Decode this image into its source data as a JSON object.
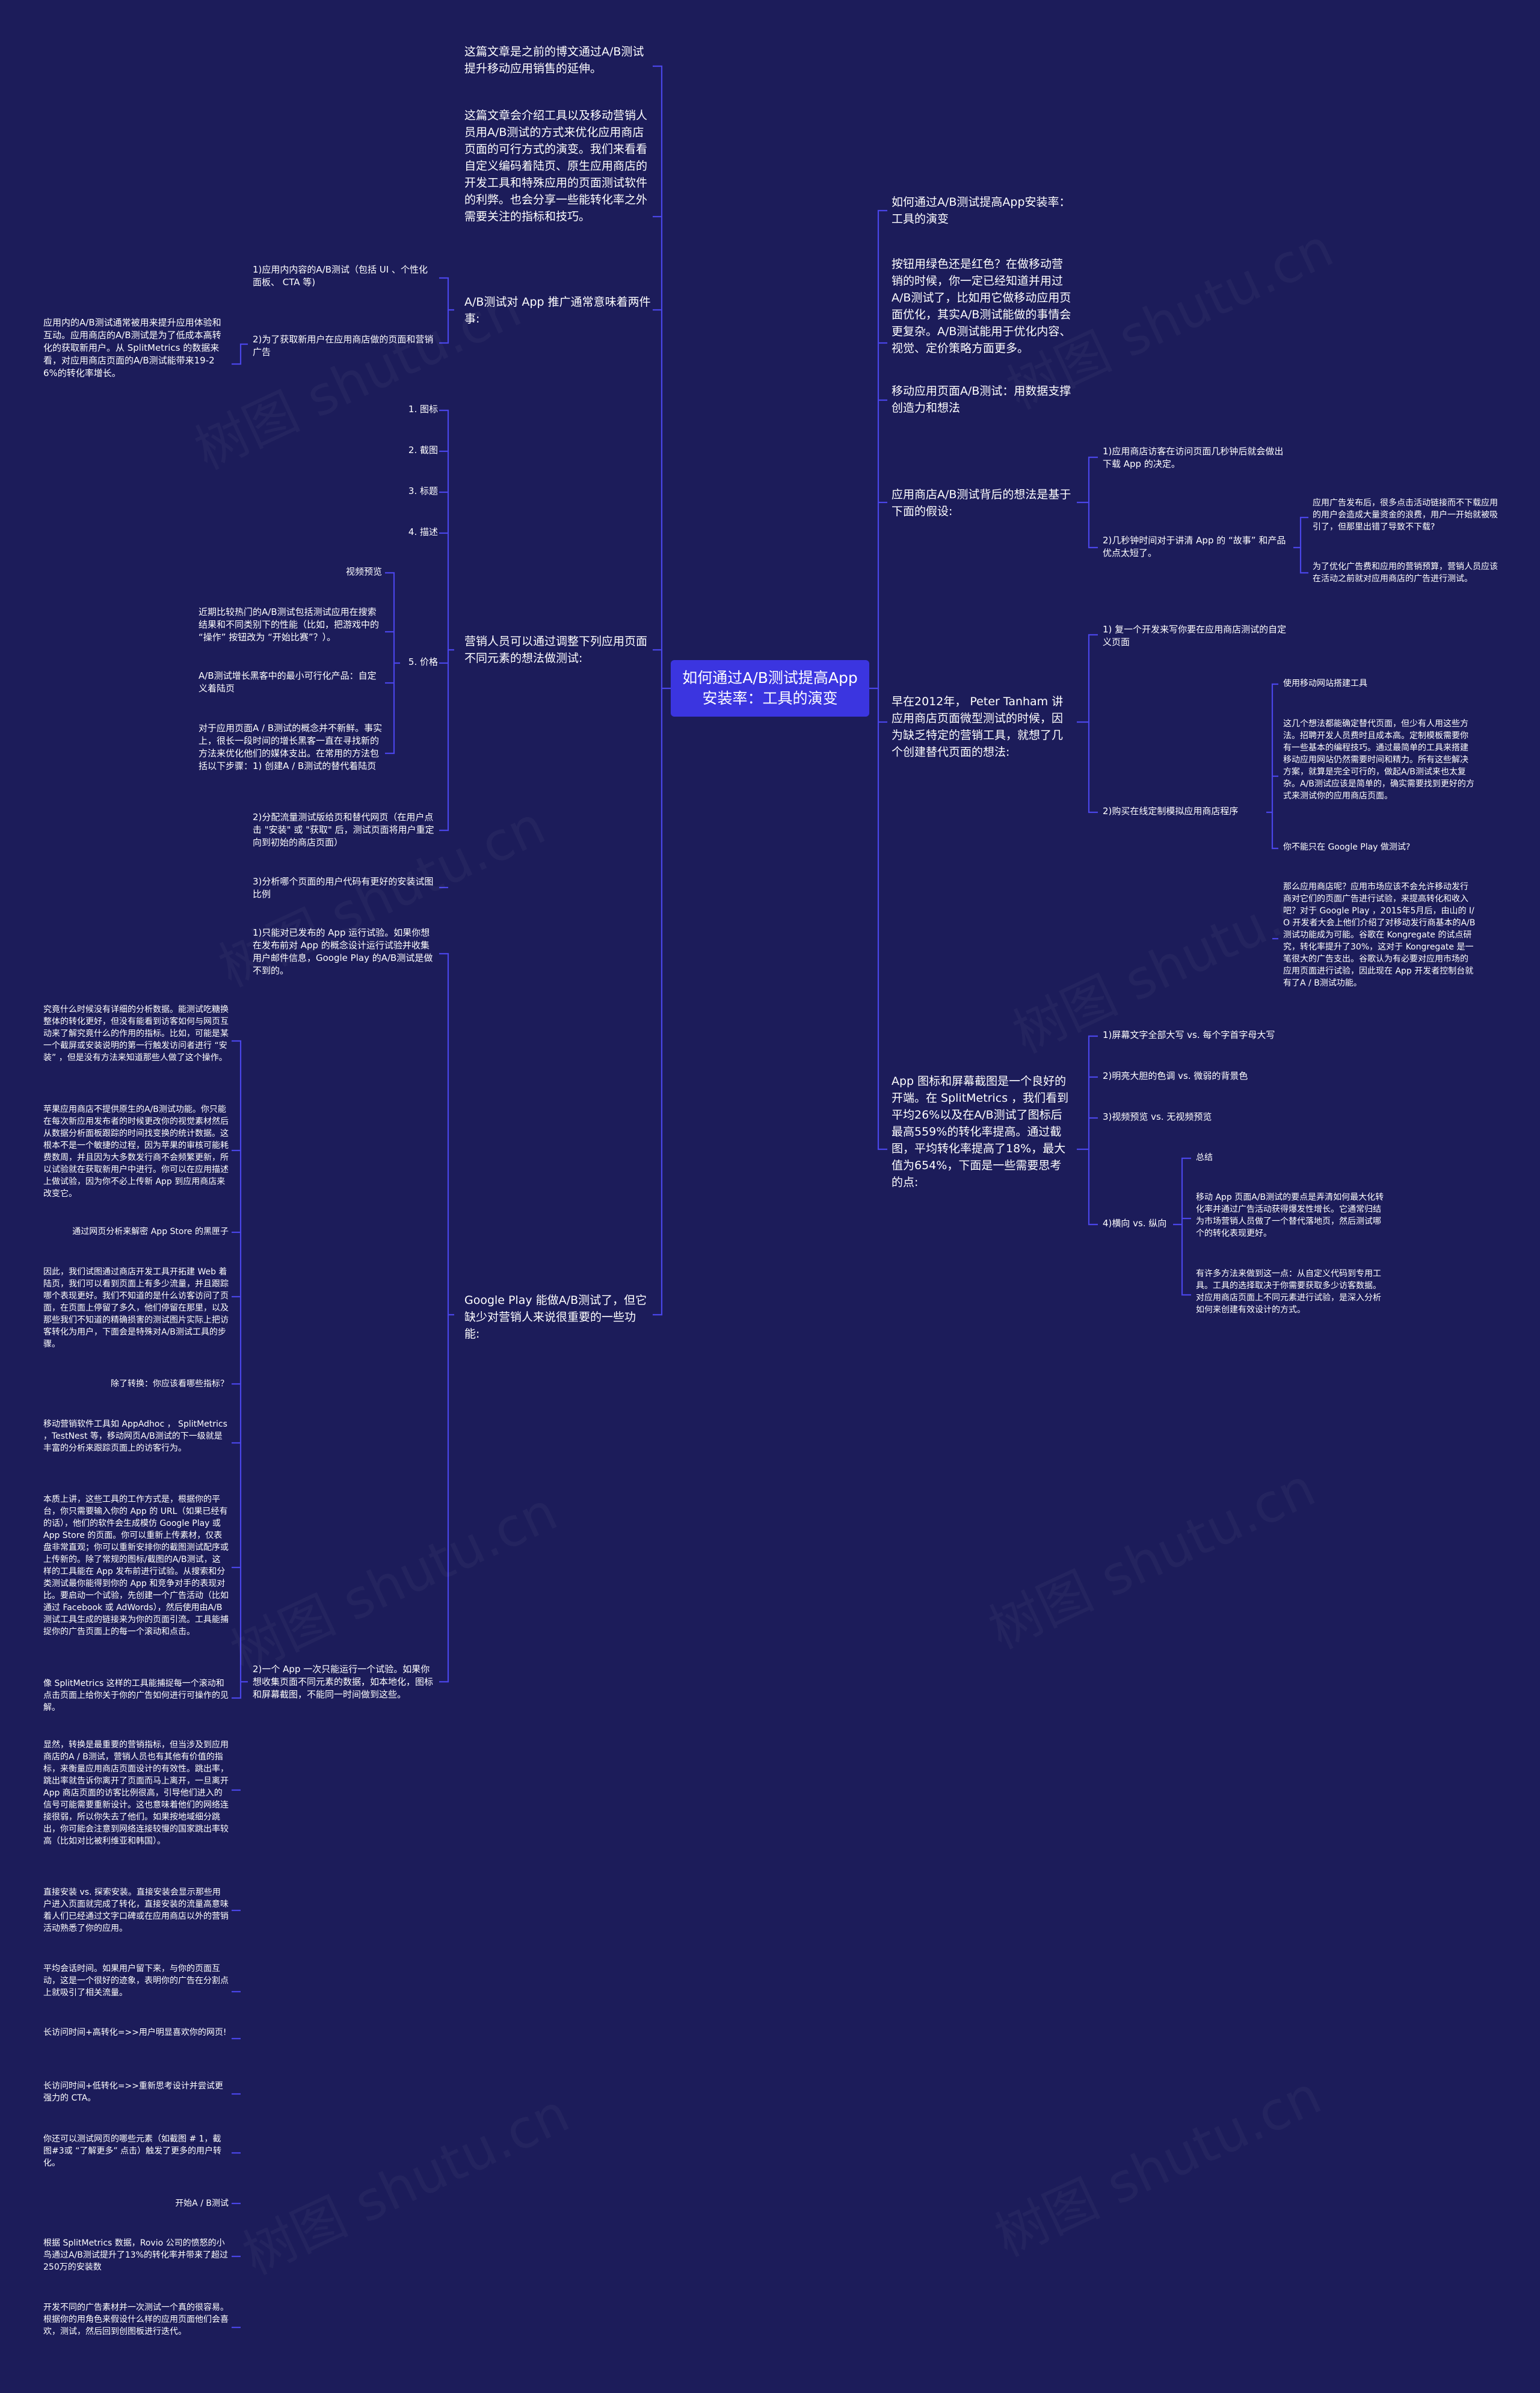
{
  "root": "如何通过A/B测试提高App安装率：工具的演变",
  "watermark": "树图 shutu.cn",
  "colors": {
    "background": "#1c1c5a",
    "root": "#3b35e0",
    "line": "#4a45e8"
  },
  "left": {
    "b1": "这篇文章是之前的博文通过A/B测试提升移动应用销售的延伸。",
    "b2": "这篇文章会介绍工具以及移动营销人员用A/B测试的方式来优化应用商店页面的可行方式的演变。我们来看看自定义编码着陆页、原生应用商店的开发工具和特殊应用的页面测试软件的利弊。也会分享一些能转化率之外需要关注的指标和技巧。",
    "b3": {
      "text": "A/B测试对 App 推广通常意味着两件事:",
      "c1": "1)应用内内容的A/B测试（包括 UI 、个性化面板、 CTA 等)",
      "c2": {
        "text": "2)为了获取新用户在应用商店做的页面和营销广告",
        "d1": "应用内的A/B测试通常被用来提升应用体验和互动。应用商店的A/B测试是为了低成本高转化的获取新用户。从 SplitMetrics 的数据来看，对应用商店页面的A/B测试能带来19-26%的转化率增长。"
      }
    },
    "b4": {
      "text": "营销人员可以通过调整下列应用页面不同元素的想法做测试:",
      "c1": "1. 图标",
      "c2": "2. 截图",
      "c3": "3. 标题",
      "c4": "4. 描述",
      "c5": {
        "text": "5. 价格",
        "d1": "视频预览",
        "d2": "近期比较热门的A/B测试包括测试应用在搜索结果和不同类别下的性能（比如，把游戏中的 “操作” 按钮改为 “开始比赛”？）。",
        "d3": "A/B测试增长黑客中的最小可行化产品：自定义着陆页",
        "d4": "对于应用页面A / B测试的概念并不新鲜。事实上，很长一段时间的增长黑客一直在寻找新的方法来优化他们的媒体支出。在常用的方法包括以下步骤：1) 创建A / B测试的替代着陆页"
      },
      "c6": "2)分配流量测试版给页和替代网页（在用户点击 \"安装\" 或 \"获取\" 后，测试页面将用户重定向到初始的商店页面）",
      "c7": "3)分析哪个页面的用户代码有更好的安装试图比例"
    },
    "b5": {
      "text": "Google Play 能做A/B测试了，但它缺少对营销人来说很重要的一些功能:",
      "c1": "1)只能对已发布的 App 运行试验。如果你想在发布前对 App 的概念设计运行试验并收集用户邮件信息，Google Play 的A/B测试是做不到的。",
      "c2": {
        "text": "2)一个 App 一次只能运行一个试验。如果你想收集页面不同元素的数据，如本地化，图标和屏幕截图，不能同一时间做到这些。",
        "d": [
          "究竟什么时候没有详细的分析数据。能测试吃糖换整体的转化更好，但没有能看到访客如何与网页互动来了解究竟什么的作用的指标。比如，可能是某一个截屏或安装说明的第一行触发访问者进行 “安装” ，但是没有方法来知道那些人做了这个操作。",
          "苹果应用商店不提供原生的A/B测试功能。你只能在每次新应用发布者的时候更改你的视觉素材然后从数据分析面板跟踪的时间找变换的统计数据。这根本不是一个敏捷的过程，因为苹果的审核可能耗费数周，并且因为大多数发行商不会频繁更新，所以试验就在获取新用户中进行。你可以在应用描述上做试验，因为你不必上传新 App 到应用商店来改变它。",
          "通过网页分析来解密 App Store 的黑匣子",
          "因此，我们试图通过商店开发工具开拓建 Web 着陆页，我们可以看到页面上有多少流量，并且跟踪哪个表现更好。我们不知道的是什么访客访问了页面，在页面上停留了多久，他们停留在那里，以及那些我们不知道的精确损害的测试图片实际上把访客转化为用户，下面会是特殊对A/B测试工具的步骤。",
          "除了转换：你应该看哪些指标？",
          "移动营销软件工具如 AppAdhoc ， SplitMetrics ，TestNest 等，移动网页A/B测试的下一级就是丰富的分析来跟踪页面上的访客行为。",
          "本质上讲，这些工具的工作方式是，根据你的平台，你只需要输入你的 App 的 URL（如果已经有的话），他们的软件会生成模仿 Google Play 或 App Store 的页面。你可以重新上传素材，仅表盘非常直观；你可以重新安排你的截图测试配序或上传新的。除了常规的图标/截图的A/B测试，这样的工具能在 App 发布前进行试验。从搜索和分类测试最你能得到你的 App 和竞争对手的表现对比。要启动一个试验，先创建一个广告活动（比如通过 Facebook 或 AdWords），然后使用由A/B测试工具生成的链接来为你的页面引流。工具能捕捉你的广告页面上的每一个滚动和点击。",
          "像 SplitMetrics 这样的工具能捕捉每一个滚动和点击页面上给你关于你的广告如何进行可操作的见解。",
          "显然，转换是最重要的营销指标，但当涉及到应用商店的A / B测试，营销人员也有其他有价值的指标，来衡量应用商店页面设计的有效性。跳出率，跳出率就告诉你离开了页面而马上离开，一旦离开 App 商店页面的访客比例很高，引导他们进入的信号可能需要重新设计。这也意味着他们的网络连接很弱，所以你失去了他们。如果按地域细分跳出，你可能会注意到网络连接较慢的国家跳出率较高（比如对比被利维亚和韩国）。",
          "直接安装 vs. 探索安装。直接安装会显示那些用户进入页面就完成了转化，直接安装的流量高意味着人们已经通过文字口碑或在应用商店以外的营销活动熟悉了你的应用。",
          "平均会话时间。如果用户留下来，与你的页面互动，这是一个很好的迹象，表明你的广告在分割点上就吸引了相关流量。",
          "长访问时间+高转化=>>用户明显喜欢你的网页!",
          "长访问时间+低转化=>>重新思考设计并尝试更强力的 CTA。",
          "你还可以测试网页的哪些元素（如截图 # 1，截图#3或 “了解更多” 点击）触发了更多的用户转化。",
          "开始A / B测试",
          "根据 SplitMetrics 数据，Rovio 公司的愤怒的小鸟通过A/B测试提升了13%的转化率并带来了超过250万的安装数",
          "开发不同的广告素材并一次测试一个真的很容易。根据你的用角色来假设什么样的应用页面他们会喜欢，测试，然后回到创图板进行迭代。"
        ]
      }
    }
  },
  "right": {
    "a1": "如何通过A/B测试提高App安装率：工具的演变",
    "a2": "按钮用绿色还是红色？在做移动营销的时候，你一定已经知道并用过A/B测试了，比如用它做移动应用页面优化，其实A/B测试能做的事情会更复杂。A/B测试能用于优化内容、视觉、定价策略方面更多。",
    "a3": "移动应用页面A/B测试：用数据支撑创造力和想法",
    "a4": {
      "text": "应用商店A/B测试背后的想法是基于下面的假设:",
      "b1": "1)应用商店访客在访问页面几秒钟后就会做出下载 App 的决定。",
      "b2": {
        "text": "2)几秒钟时间对于讲清 App 的 “故事” 和产品优点太短了。",
        "c1": "应用广告发布后，很多点击活动链接而不下载应用的用户会造成大量资金的浪费，用户一开始就被吸引了，但那里出错了导致不下载?",
        "c2": "为了优化广告费和应用的营销预算，营销人员应该在活动之前就对应用商店的广告进行测试。"
      }
    },
    "a5": {
      "text": "早在2012年， Peter Tanham 讲应用商店页面微型测试的时候，因为缺乏特定的营销工具，就想了几个创建替代页面的想法:",
      "b1": "1) 复一个开发来写你要在应用商店测试的自定义页面",
      "b2": {
        "text": "2)购买在线定制模拟应用商店程序",
        "c": [
          "使用移动网站搭建工具",
          "这几个想法都能确定替代页面，但少有人用这些方法。招聘开发人员费时且成本高。定制模板需要你有一些基本的编程技巧。通过最简单的工具来搭建移动应用网站仍然需要时间和精力。所有这些解决方案，就算是完全可行的，做起A/B测试来也太复杂。A/B测试应该是简单的，确实需要找到更好的方式来测试你的应用商店页面。",
          "你不能只在 Google Play 做测试?",
          "那么应用商店呢？应用市场应该不会允许移动发行商对它们的页面广告进行试验，来提高转化和收入吧？对于 Google Play ，2015年5月后，由山的 I/O 开发者大会上他们介绍了对移动发行商基本的A/B测试功能成为可能。谷歌在 Kongregate 的试点研究，转化率提升了30%，这对于 Kongregate 是一笔很大的广告支出。谷歌认为有必要对应用市场的应用页面进行试验，因此现在 App 开发者控制台就有了A / B测试功能。"
        ]
      }
    },
    "a6": {
      "text": "App 图标和屏幕截图是一个良好的开端。在 SplitMetrics ，我们看到平均26%以及在A/B测试了图标后最高559%的转化率提高。通过截图，平均转化率提高了18%，最大值为654%，下面是一些需要思考的点:",
      "b1": "1)屏幕文字全部大写 vs. 每个字首字母大写",
      "b2": "2)明亮大胆的色调 vs. 微弱的背景色",
      "b3": "3)视频预览 vs. 无视频预览",
      "b4": {
        "text": "4)横向 vs. 纵向",
        "c1": "总结",
        "c2": "移动 App 页面A/B测试的要点是弄清如何最大化转化率并通过广告活动获得爆发性增长。它通常归结为市场营销人员做了一个替代落地页，然后测试哪个的转化表现更好。",
        "c3": "有许多方法来做到这一点：从自定义代码到专用工具。工具的选择取决于你需要获取多少访客数据。对应用商店页面上不同元素进行试验，是深入分析如何来创建有效设计的方式。"
      }
    }
  }
}
